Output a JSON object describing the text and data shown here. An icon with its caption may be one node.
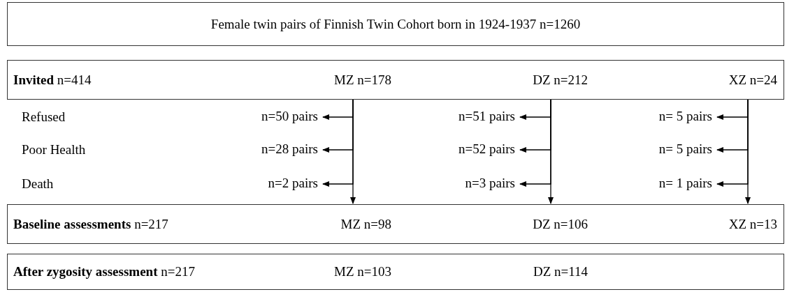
{
  "diagram": {
    "nodes": [
      {
        "text": [
          "Female twin pairs of Finnish Twin Cohort born in 1924-1937 n=1260"
        ]
      },
      {
        "text": [
          "**Invited** n=414",
          "MZ n=178",
          "DZ n=212",
          "XZ n=24"
        ]
      },
      {
        "text": [
          "**Baseline assessments** n=217",
          "MZ n=98",
          "DZ n=106",
          "XZ n=13"
        ]
      },
      {
        "text": [
          "**After zygosity assessment** n=217",
          "MZ n=103",
          "DZ n=114"
        ]
      },
      {
        "text": [
          "n=50 pairs"
        ]
      },
      {
        "text": [
          "n=28 pairs"
        ]
      },
      {
        "text": [
          "n=2 pairs"
        ]
      },
      {
        "text": [
          "n=51 pairs"
        ]
      },
      {
        "text": [
          "n=52 pairs"
        ]
      },
      {
        "text": [
          "n=3 pairs"
        ]
      },
      {
        "text": [
          "n= 5 pairs"
        ]
      },
      {
        "text": [
          "n= 5 pairs"
        ]
      },
      {
        "text": [
          "n= 1 pairs"
        ]
      }
    ],
    "edges": [
      {
        "from": 1,
        "to": 2,
        "arrow": "to"
      },
      {
        "from": 1,
        "to": 2,
        "arrow": "to"
      },
      {
        "from": 1,
        "to": 2,
        "arrow": "to"
      },
      {
        "from": 1,
        "to": 4,
        "arrow": "to"
      },
      {
        "from": 1,
        "to": 5,
        "arrow": "to"
      },
      {
        "from": 1,
        "to": 6,
        "arrow": "to"
      },
      {
        "from": 1,
        "to": 7,
        "arrow": "to"
      },
      {
        "from": 1,
        "to": 8,
        "arrow": "to"
      },
      {
        "from": 1,
        "to": 9,
        "arrow": "to"
      },
      {
        "from": 1,
        "to": 10,
        "arrow": "to"
      },
      {
        "from": 1,
        "to": 11,
        "arrow": "to"
      },
      {
        "from": 1,
        "to": 12,
        "arrow": "to"
      }
    ],
    "labels": [
      "Refused",
      "Poor Health",
      "Death"
    ]
  }
}
